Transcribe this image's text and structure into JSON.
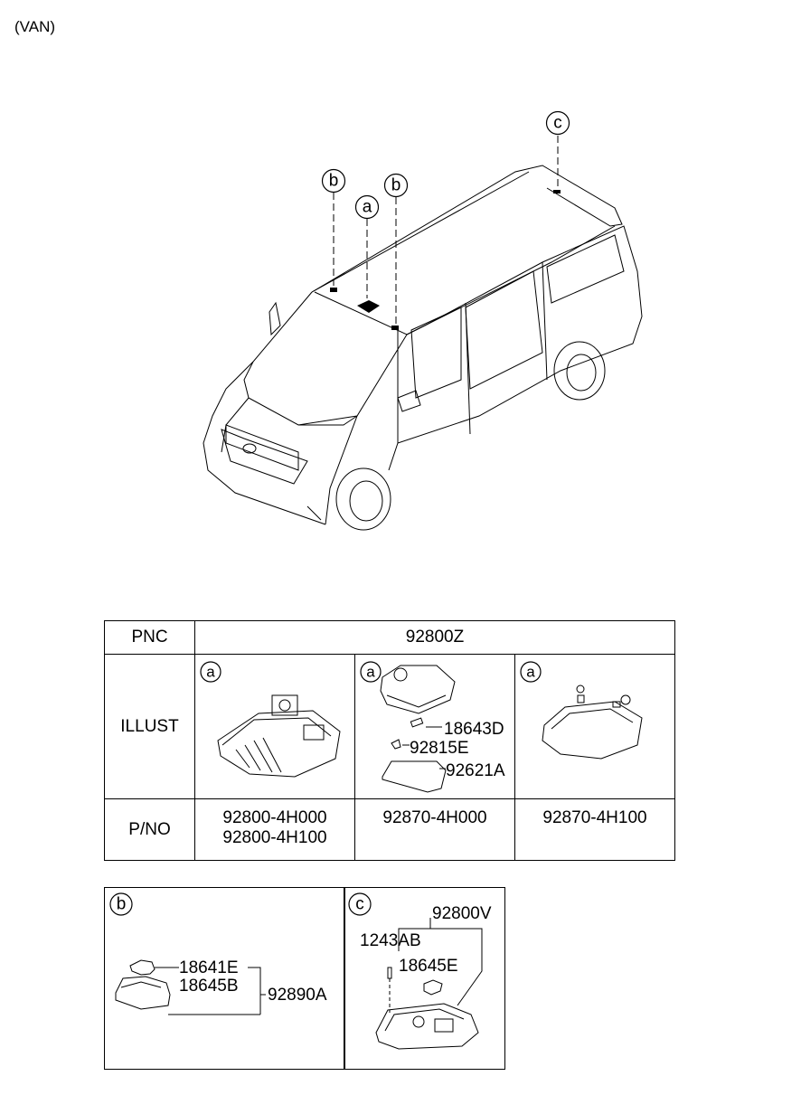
{
  "variant_label": "(VAN)",
  "overview": {
    "callouts": [
      {
        "letter": "a"
      },
      {
        "letter": "b"
      },
      {
        "letter": "b"
      },
      {
        "letter": "c"
      }
    ]
  },
  "table": {
    "pnc_header": "PNC",
    "pnc_value": "92800Z",
    "illust_header": "ILLUST",
    "pno_header": "P/NO",
    "columns": [
      {
        "callout": "a",
        "labels": [],
        "part_numbers": [
          "92800-4H000",
          "92800-4H100"
        ]
      },
      {
        "callout": "a",
        "labels": [
          "18643D",
          "92815E",
          "92621A"
        ],
        "part_numbers": [
          "92870-4H000"
        ]
      },
      {
        "callout": "a",
        "labels": [],
        "part_numbers": [
          "92870-4H100"
        ]
      }
    ]
  },
  "detail_b": {
    "callout": "b",
    "labels": [
      "18641E",
      "18645B",
      "92890A"
    ]
  },
  "detail_c": {
    "callout": "c",
    "labels": [
      "92800V",
      "1243AB",
      "18645E"
    ]
  }
}
